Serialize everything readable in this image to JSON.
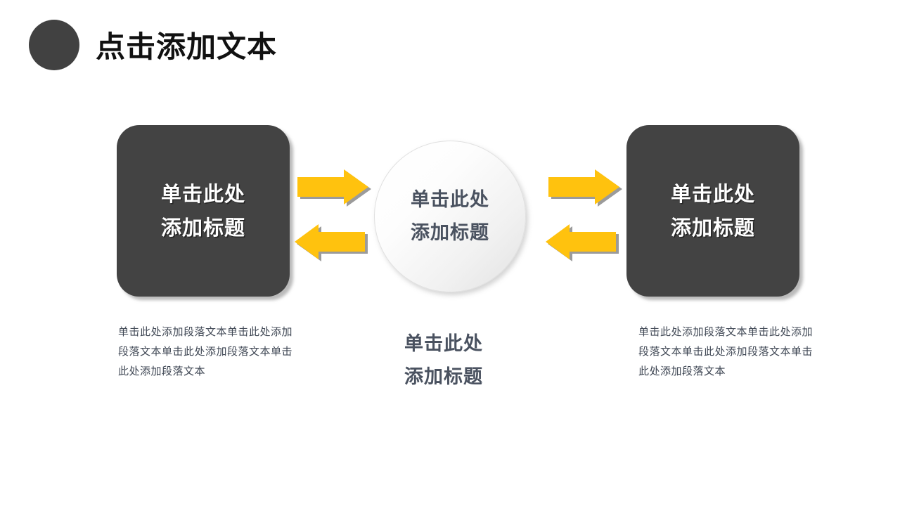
{
  "header": {
    "bullet_icon": "filled-circle-icon",
    "title": "点击添加文本"
  },
  "colors": {
    "box_fill": "#434343",
    "arrow_fill": "#FFC20E",
    "arrow_shadow": "#9B9B9B",
    "header_bullet": "#414141",
    "title_text": "#111111",
    "body_text": "#3F4754",
    "box_text": "#FFFFFF",
    "circle_text": "#4A5260",
    "background": "#FFFFFF"
  },
  "boxes": {
    "left": {
      "line1": "单击此处",
      "line2": "添加标题"
    },
    "right": {
      "line1": "单击此处",
      "line2": "添加标题"
    }
  },
  "center": {
    "circle": {
      "line1": "单击此处",
      "line2": "添加标题"
    },
    "caption": {
      "line1": "单击此处",
      "line2": "添加标题"
    }
  },
  "arrows": [
    {
      "name": "left-forward-arrow",
      "direction": "right"
    },
    {
      "name": "left-backward-arrow",
      "direction": "left"
    },
    {
      "name": "right-forward-arrow",
      "direction": "right"
    },
    {
      "name": "right-backward-arrow",
      "direction": "left"
    }
  ],
  "captions": {
    "left": "单击此处添加段落文本单击此处添加段落文本单击此处添加段落文本单击此处添加段落文本",
    "right": "单击此处添加段落文本单击此处添加段落文本单击此处添加段落文本单击此处添加段落文本"
  }
}
